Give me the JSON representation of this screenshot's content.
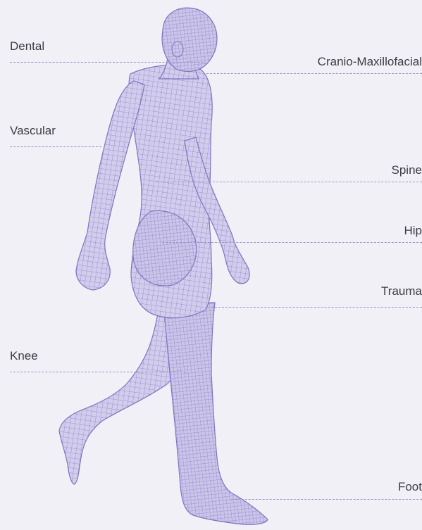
{
  "labels": {
    "dental": "Dental",
    "cranio": "Cranio-Maxillofacial",
    "vascular": "Vascular",
    "spine": "Spine",
    "hip": "Hip",
    "trauma": "Trauma",
    "knee": "Knee",
    "foot": "Foot"
  },
  "colors": {
    "background": "#f1f0f7",
    "mesh": "#8e84c9",
    "leader": "#9a95c8",
    "text": "#3d3b44"
  }
}
